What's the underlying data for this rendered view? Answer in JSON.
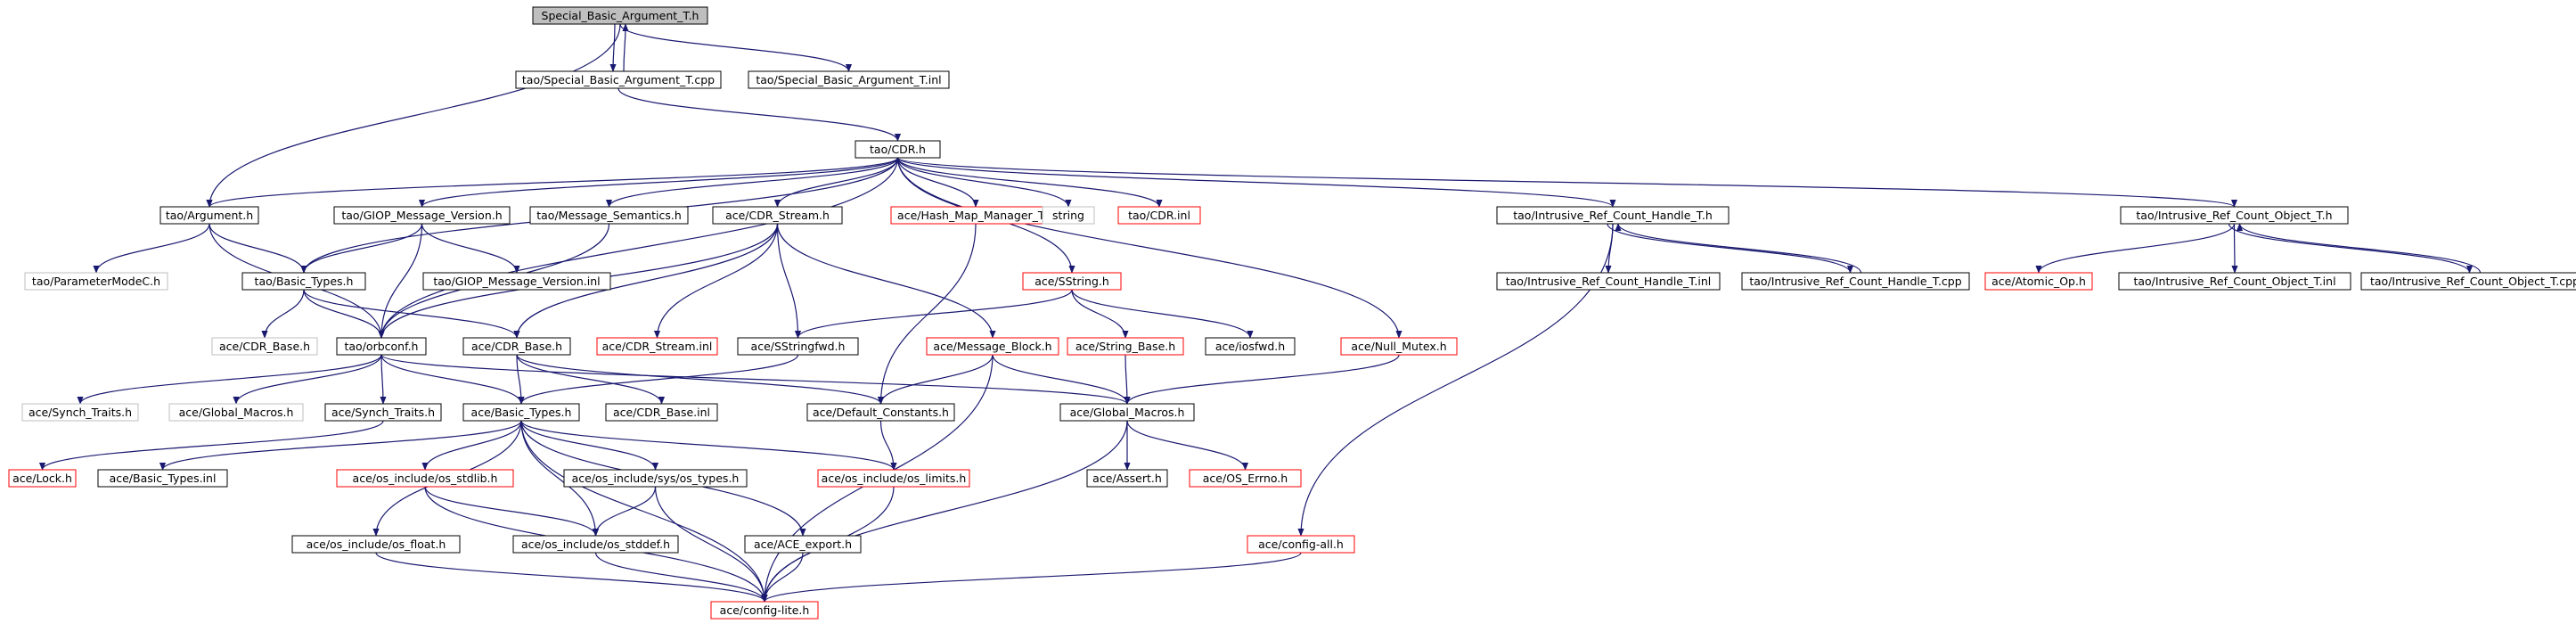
{
  "diagram": {
    "colors": {
      "edge": "#191970",
      "box_normal": "#000000",
      "box_missing": "#bfbfbf",
      "box_external": "#ff0000",
      "box_root_fill": "#bfbfbf"
    },
    "nodes": [
      {
        "id": "n01",
        "label": "Special_Basic_Argument_T.h",
        "style": "root"
      },
      {
        "id": "n02",
        "label": "tao/Special_Basic_Argument_T.cpp",
        "style": "normal"
      },
      {
        "id": "n03",
        "label": "tao/Special_Basic_Argument_T.inl",
        "style": "normal"
      },
      {
        "id": "n04",
        "label": "tao/CDR.h",
        "style": "normal"
      },
      {
        "id": "n05",
        "label": "tao/Argument.h",
        "style": "normal"
      },
      {
        "id": "n06",
        "label": "tao/GIOP_Message_Version.h",
        "style": "normal"
      },
      {
        "id": "n07",
        "label": "tao/Message_Semantics.h",
        "style": "normal"
      },
      {
        "id": "n08",
        "label": "ace/CDR_Stream.h",
        "style": "normal"
      },
      {
        "id": "n09",
        "label": "ace/Hash_Map_Manager_T.h",
        "style": "external"
      },
      {
        "id": "n10",
        "label": "string",
        "style": "missing"
      },
      {
        "id": "n11",
        "label": "tao/CDR.inl",
        "style": "external"
      },
      {
        "id": "n12",
        "label": "tao/Intrusive_Ref_Count_Handle_T.h",
        "style": "normal"
      },
      {
        "id": "n13",
        "label": "tao/Intrusive_Ref_Count_Object_T.h",
        "style": "normal"
      },
      {
        "id": "n14",
        "label": "tao/ParameterModeC.h",
        "style": "missing"
      },
      {
        "id": "n15",
        "label": "tao/Basic_Types.h",
        "style": "normal"
      },
      {
        "id": "n16",
        "label": "tao/GIOP_Message_Version.inl",
        "style": "normal"
      },
      {
        "id": "n17",
        "label": "ace/SString.h",
        "style": "external"
      },
      {
        "id": "n18",
        "label": "tao/Intrusive_Ref_Count_Handle_T.inl",
        "style": "normal"
      },
      {
        "id": "n19",
        "label": "tao/Intrusive_Ref_Count_Handle_T.cpp",
        "style": "normal"
      },
      {
        "id": "n20",
        "label": "ace/Atomic_Op.h",
        "style": "external"
      },
      {
        "id": "n21",
        "label": "tao/Intrusive_Ref_Count_Object_T.inl",
        "style": "normal"
      },
      {
        "id": "n22",
        "label": "tao/Intrusive_Ref_Count_Object_T.cpp",
        "style": "normal"
      },
      {
        "id": "n23",
        "label": "ace/CDR_Base.h",
        "style": "missing"
      },
      {
        "id": "n24",
        "label": "tao/orbconf.h",
        "style": "normal"
      },
      {
        "id": "n25",
        "label": "ace/CDR_Base.h",
        "style": "normal"
      },
      {
        "id": "n26",
        "label": "ace/CDR_Stream.inl",
        "style": "external"
      },
      {
        "id": "n27",
        "label": "ace/SStringfwd.h",
        "style": "normal"
      },
      {
        "id": "n28",
        "label": "ace/Message_Block.h",
        "style": "external"
      },
      {
        "id": "n29",
        "label": "ace/String_Base.h",
        "style": "external"
      },
      {
        "id": "n30",
        "label": "ace/iosfwd.h",
        "style": "normal"
      },
      {
        "id": "n31",
        "label": "ace/Null_Mutex.h",
        "style": "external"
      },
      {
        "id": "n32",
        "label": "ace/Synch_Traits.h",
        "style": "missing"
      },
      {
        "id": "n33",
        "label": "ace/Global_Macros.h",
        "style": "missing"
      },
      {
        "id": "n34",
        "label": "ace/Synch_Traits.h",
        "style": "normal"
      },
      {
        "id": "n35",
        "label": "ace/Basic_Types.h",
        "style": "normal"
      },
      {
        "id": "n36",
        "label": "ace/CDR_Base.inl",
        "style": "normal"
      },
      {
        "id": "n37",
        "label": "ace/Default_Constants.h",
        "style": "normal"
      },
      {
        "id": "n38",
        "label": "ace/Global_Macros.h",
        "style": "normal"
      },
      {
        "id": "n39",
        "label": "ace/Lock.h",
        "style": "external"
      },
      {
        "id": "n40",
        "label": "ace/Basic_Types.inl",
        "style": "normal"
      },
      {
        "id": "n41",
        "label": "ace/os_include/os_stdlib.h",
        "style": "external"
      },
      {
        "id": "n42",
        "label": "ace/os_include/sys/os_types.h",
        "style": "normal"
      },
      {
        "id": "n43",
        "label": "ace/os_include/os_limits.h",
        "style": "external"
      },
      {
        "id": "n44",
        "label": "ace/Assert.h",
        "style": "normal"
      },
      {
        "id": "n45",
        "label": "ace/OS_Errno.h",
        "style": "external"
      },
      {
        "id": "n46",
        "label": "ace/os_include/os_float.h",
        "style": "normal"
      },
      {
        "id": "n47",
        "label": "ace/os_include/os_stddef.h",
        "style": "normal"
      },
      {
        "id": "n48",
        "label": "ace/ACE_export.h",
        "style": "normal"
      },
      {
        "id": "n49",
        "label": "ace/config-all.h",
        "style": "external"
      },
      {
        "id": "n50",
        "label": "ace/config-lite.h",
        "style": "external"
      }
    ]
  }
}
